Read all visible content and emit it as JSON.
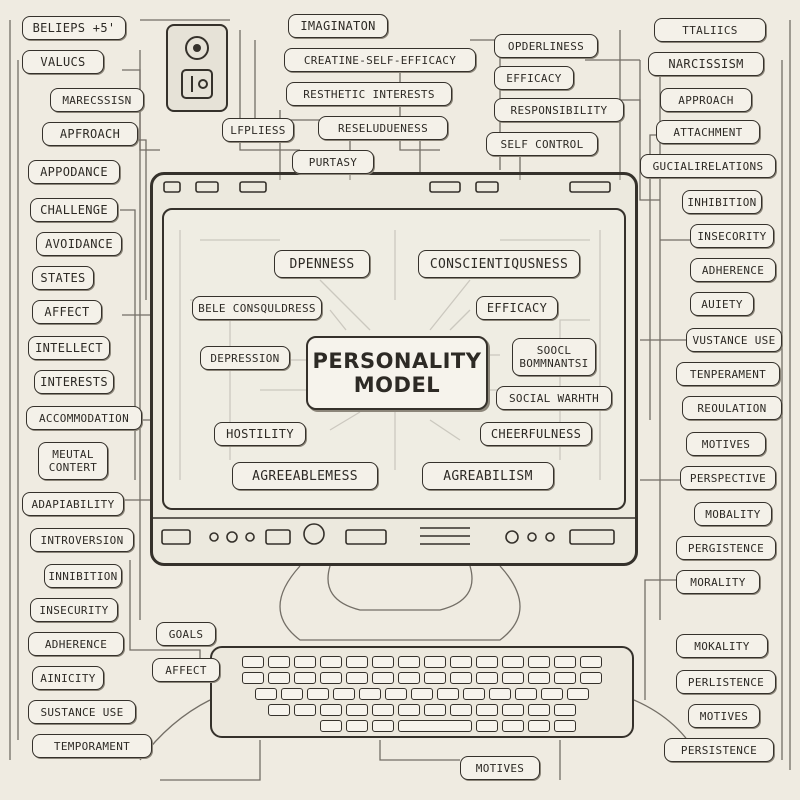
{
  "diagram": {
    "center_title": [
      "PERSONALITY",
      "MODEL"
    ],
    "left_labels": [
      "BELIEPS +5'",
      "VALUCS",
      "MARECSSISN",
      "APFROACH",
      "APPODANCE",
      "CHALLENGE",
      "AVOIDANCE",
      "STATES",
      "AFFECT",
      "INTELLECT",
      "INTERESTS",
      "ACCOMMODATION",
      "MEUTAL CONTERT",
      "ADAPIABILITY",
      "INTROVERSION",
      "INNIBITION",
      "INSECURITY",
      "ADHERENCE",
      "AINICITY",
      "SUSTANCE USE",
      "TEMPORAMENT"
    ],
    "top_labels": [
      "IMAGINATON",
      "CREATINE-SELF-EFFICACY",
      "RESTHETIC INTERESTS",
      "LFPLIESS",
      "RESELUDUENESS",
      "PURTASY",
      "OPDERLINESS",
      "EFFICACY",
      "RESPONSIBILITY",
      "SELF CONTROL"
    ],
    "right_labels": [
      "TTALIICS",
      "NARCISSISM",
      "APPROACH",
      "ATTACHMENT",
      "GUCIALIRELATIONS",
      "INHIBITION",
      "INSECORITY",
      "ADHERENCE",
      "AUIETY",
      "VUSTANCE USE",
      "TENPERAMENT",
      "REOULATION",
      "MOTIVES",
      "PERSPECTIVE",
      "MOBALITY",
      "PERGISTENCE",
      "MORALITY",
      "MOKALITY",
      "PERLISTENCE",
      "MOTIVES",
      "PERSISTENCE"
    ],
    "screen_labels": [
      "DPENNESS",
      "CONSCIENTIQUSNESS",
      "BELE CONSQULDRESS",
      "EFFICACY",
      "DEPRESSION",
      "SOOCL BOMMNANTSI",
      "SOCIAL WARHTH",
      "HOSTILITY",
      "CHEERFULNESS",
      "AGREEABLEMESS",
      "AGREABILISM"
    ],
    "bottom_labels": [
      "GOALS",
      "AFFECT",
      "MOTIVES"
    ]
  },
  "style": {
    "ink": "#35312b",
    "paper": "#efebe1",
    "label_fill": "#f4f1e9"
  }
}
